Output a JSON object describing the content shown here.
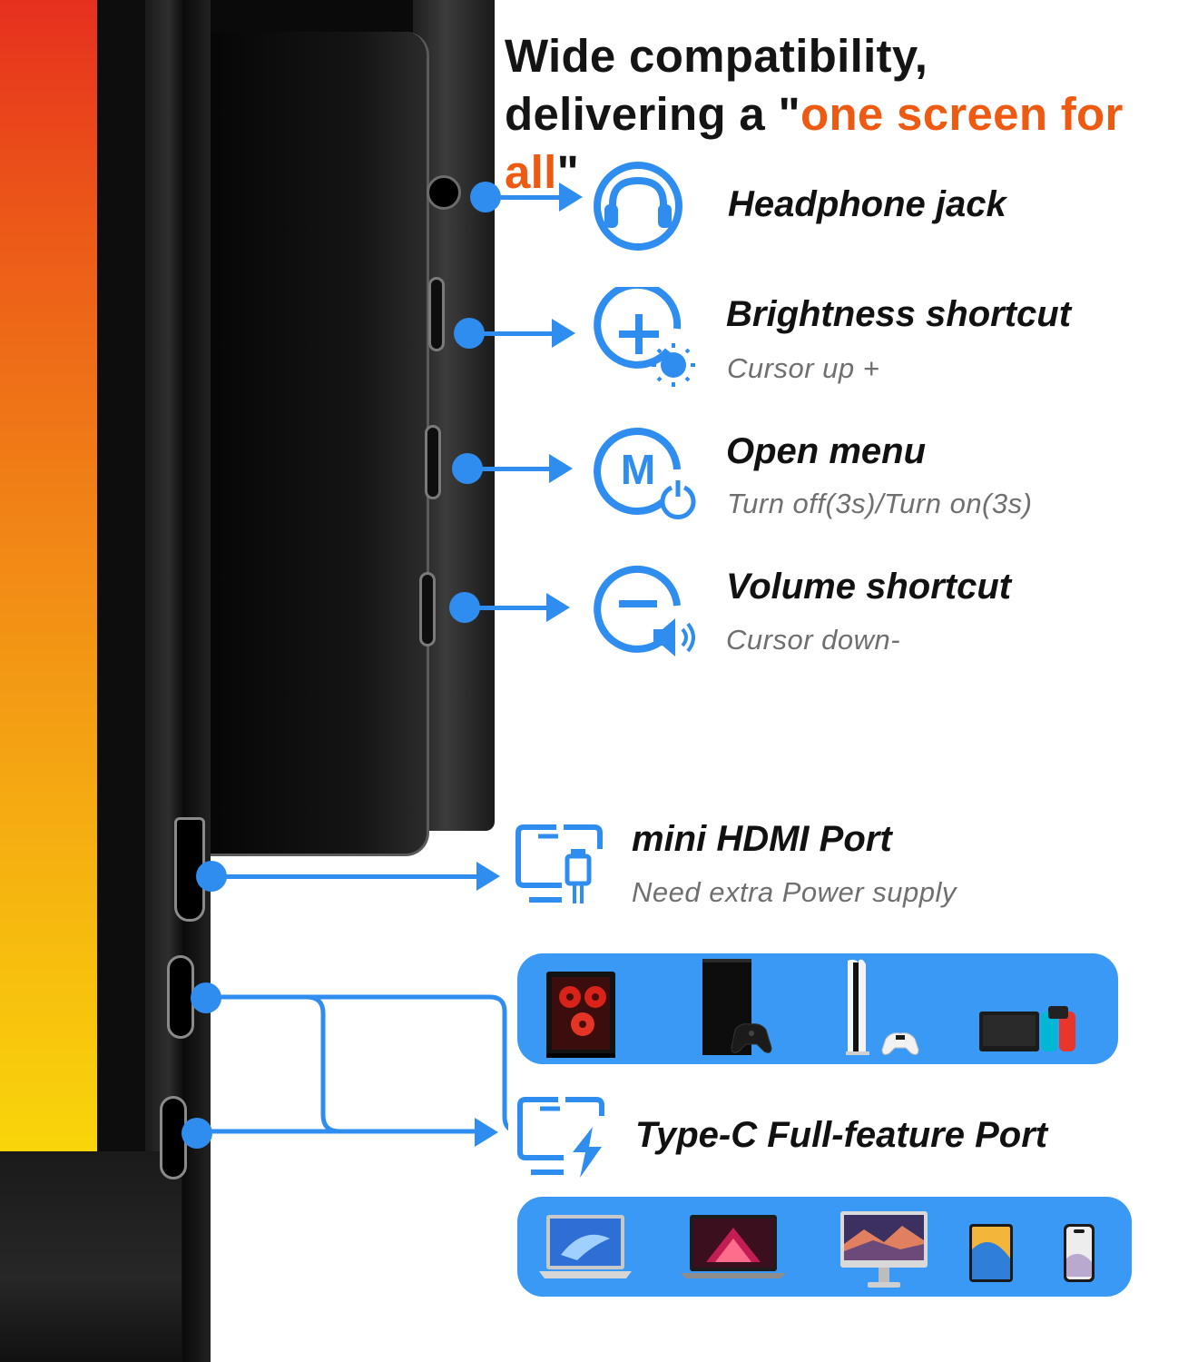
{
  "headline": {
    "line1": "Wide compatibility,",
    "line2_prefix": "delivering a \"",
    "line2_accent": "one screen for all",
    "line2_suffix": "\""
  },
  "features": {
    "headphone": {
      "title": "Headphone jack"
    },
    "brightness": {
      "title": "Brightness shortcut",
      "subtitle": "Cursor up +"
    },
    "menu": {
      "title": "Open menu",
      "subtitle": "Turn off(3s)/Turn on(3s)"
    },
    "volume": {
      "title": "Volume shortcut",
      "subtitle": "Cursor down-"
    },
    "hdmi": {
      "title": "mini HDMI Port",
      "subtitle": "Need extra Power supply"
    },
    "typec": {
      "title": "Type-C Full-feature Port"
    }
  },
  "colors": {
    "accent_blue": "#2f8df0",
    "panel_blue": "#3a99f5",
    "accent_orange": "#ef5a13"
  },
  "icons": {
    "headphone": "headphone-icon",
    "brightness": "brightness-plus-icon",
    "menu": "menu-power-icon",
    "volume": "volume-minus-icon",
    "hdmi": "monitor-hdmi-icon",
    "typec": "monitor-lightning-icon"
  },
  "hdmi_devices": [
    "gaming-pc",
    "xbox-series-x",
    "playstation-5",
    "nintendo-switch"
  ],
  "typec_devices": [
    "windows-laptop",
    "macbook",
    "imac",
    "ipad",
    "iphone"
  ]
}
